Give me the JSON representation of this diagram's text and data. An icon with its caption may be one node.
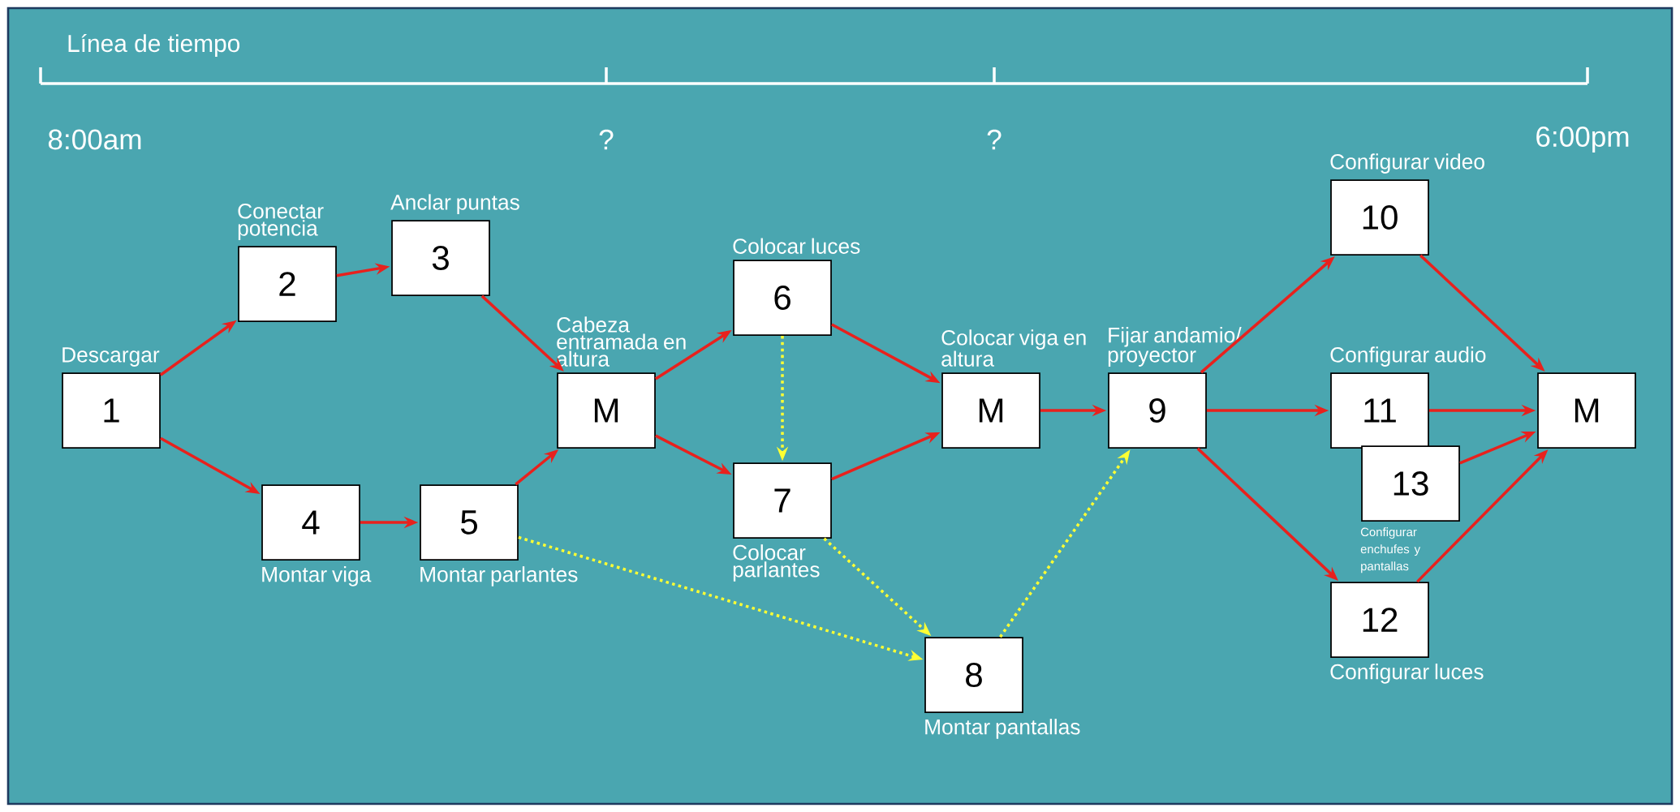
{
  "diagram": {
    "nodes": [
      {
        "text": [
          "1"
        ],
        "beside": [
          "Descargar"
        ]
      },
      {
        "text": [
          "2"
        ],
        "beside": [
          "Conectar potencia"
        ]
      },
      {
        "text": [
          "3"
        ],
        "beside": [
          "Anclar puntas"
        ]
      },
      {
        "text": [
          "4"
        ],
        "beside": [
          "Montar viga"
        ]
      },
      {
        "text": [
          "5"
        ],
        "beside": [
          "Montar parlantes"
        ]
      },
      {
        "text": [
          "M"
        ],
        "beside": [
          "Cabeza entramada en altura"
        ]
      },
      {
        "text": [
          "6"
        ],
        "beside": [
          "Colocar luces"
        ]
      },
      {
        "text": [
          "7"
        ],
        "beside": [
          "Colocar parlantes"
        ]
      },
      {
        "text": [
          "M"
        ],
        "beside": [
          "Colocar viga en altura"
        ]
      },
      {
        "text": [
          "8"
        ],
        "beside": [
          "Montar pantallas"
        ]
      },
      {
        "text": [
          "9"
        ],
        "beside": [
          "Fijar andamio/ proyector"
        ]
      },
      {
        "text": [
          "10"
        ],
        "beside": [
          "Configurar video"
        ]
      },
      {
        "text": [
          "11"
        ],
        "beside": [
          "Configurar audio"
        ]
      },
      {
        "text": [
          "13"
        ],
        "beside": [
          "Configurar enchufes y pantallas"
        ]
      },
      {
        "text": [
          "12"
        ],
        "beside": [
          "Configurar luces"
        ]
      },
      {
        "text": [
          "M"
        ]
      }
    ],
    "edges": [
      {
        "from": 0,
        "to": 1,
        "arrow": "to"
      },
      {
        "from": 0,
        "to": 3,
        "arrow": "to"
      },
      {
        "from": 1,
        "to": 2,
        "arrow": "to"
      },
      {
        "from": 2,
        "to": 5,
        "arrow": "to"
      },
      {
        "from": 3,
        "to": 4,
        "arrow": "to"
      },
      {
        "from": 4,
        "to": 5,
        "arrow": "to"
      },
      {
        "from": 5,
        "to": 6,
        "arrow": "to"
      },
      {
        "from": 5,
        "to": 7,
        "arrow": "to"
      },
      {
        "from": 6,
        "to": 8,
        "arrow": "to"
      },
      {
        "from": 7,
        "to": 8,
        "arrow": "to"
      },
      {
        "from": 8,
        "to": 10,
        "arrow": "to"
      },
      {
        "from": 10,
        "to": 11,
        "arrow": "to"
      },
      {
        "from": 10,
        "to": 12,
        "arrow": "to"
      },
      {
        "from": 10,
        "to": 14,
        "arrow": "to"
      },
      {
        "from": 11,
        "to": 15,
        "arrow": "to"
      },
      {
        "from": 12,
        "to": 15,
        "arrow": "to"
      },
      {
        "from": 13,
        "to": 15,
        "arrow": "to"
      },
      {
        "from": 14,
        "to": 15,
        "arrow": "to"
      },
      {
        "from": 6,
        "to": 7,
        "arrow": "to",
        "style": "dashed",
        "color": "#ffff33"
      },
      {
        "from": 4,
        "to": 9,
        "arrow": "to",
        "style": "dashed",
        "color": "#ffff33"
      },
      {
        "from": 7,
        "to": 9,
        "arrow": "to",
        "style": "dashed",
        "color": "#ffff33"
      },
      {
        "from": 9,
        "to": 10,
        "arrow": "to",
        "style": "dashed",
        "color": "#ffff33"
      }
    ],
    "labels": [
      "Línea de tiempo",
      "8:00am",
      "?",
      "?",
      "6:00pm"
    ]
  }
}
